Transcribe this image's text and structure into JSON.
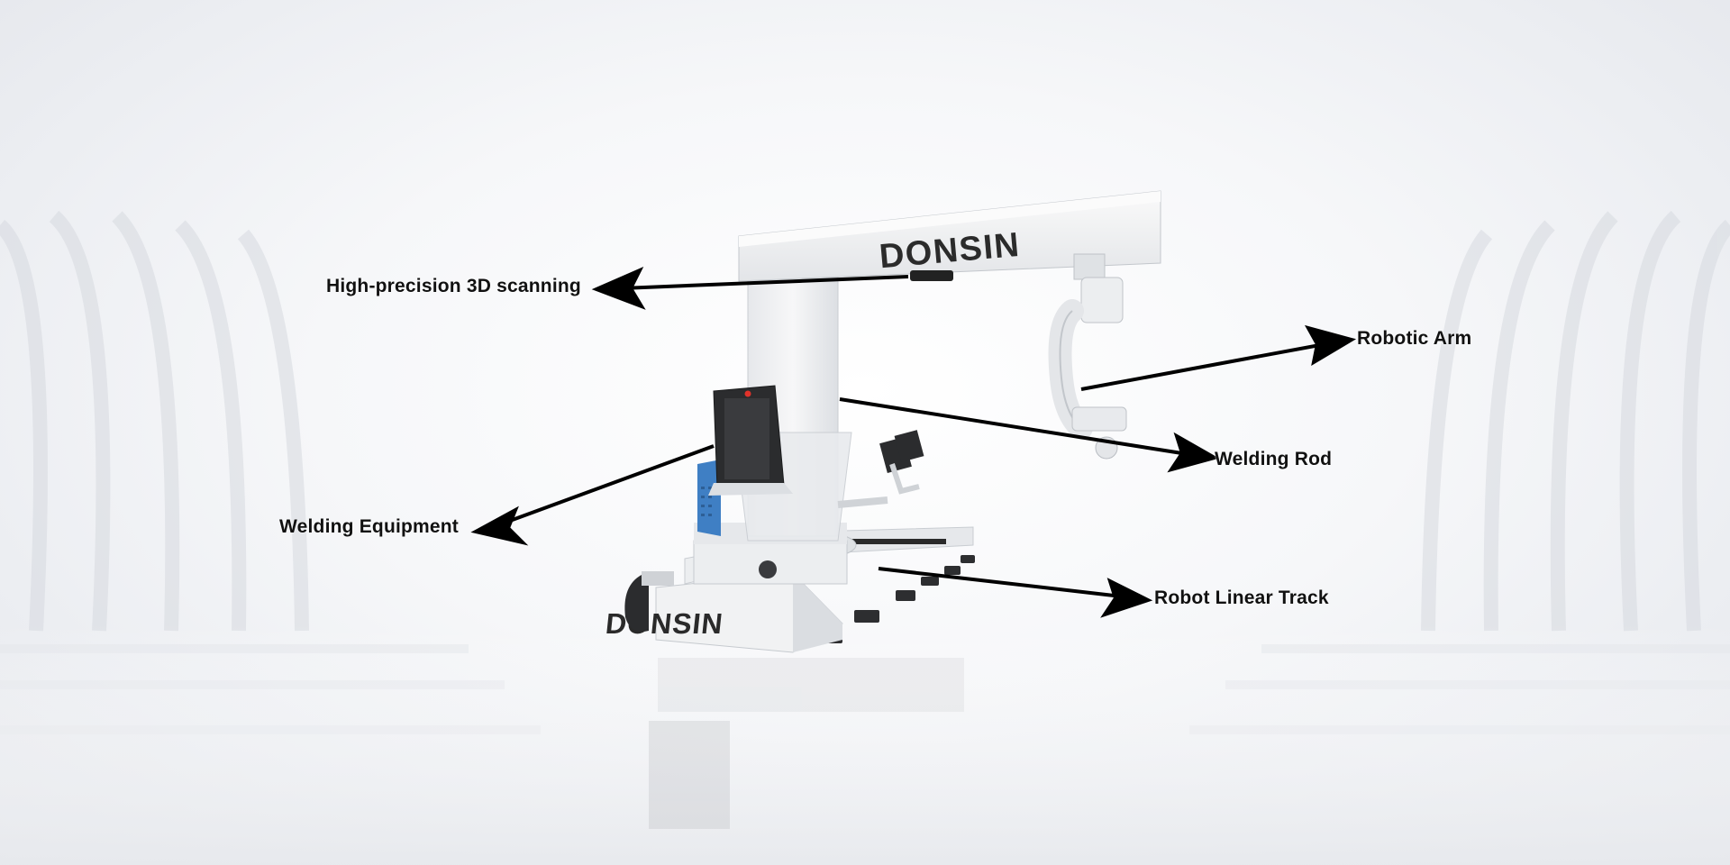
{
  "brand": {
    "logo_text_top": "DONSIN",
    "logo_text_base": "DONSIN"
  },
  "colors": {
    "background": "#eef0f3",
    "machine_body": "#f2f3f4",
    "machine_shadow": "#d3d6da",
    "welder": "#2b2c2e",
    "accent_blue": "#3f7fc4",
    "arrow": "#000000",
    "label": "#111111"
  },
  "callouts": [
    {
      "id": "scanning",
      "text": "High-precision 3D scanning"
    },
    {
      "id": "arm",
      "text": "Robotic Arm"
    },
    {
      "id": "rod",
      "text": "Welding Rod"
    },
    {
      "id": "equipment",
      "text": "Welding Equipment"
    },
    {
      "id": "track",
      "text": "Robot Linear Track"
    }
  ]
}
